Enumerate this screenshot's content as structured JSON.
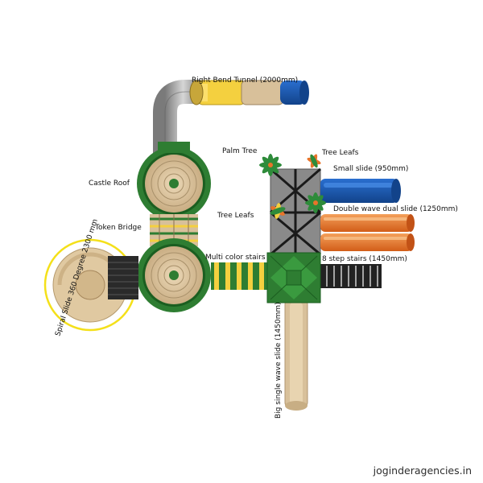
{
  "labels": {
    "right_bend_tunnel": "Right Bend Tunnel (2000mm)",
    "palm_tree": "Palm Tree",
    "tree_leafs_top": "Tree Leafs",
    "small_slide": "Small slide (950mm)",
    "castle_roof": "Castle Roof",
    "tree_leafs_left": "Tree Leafs",
    "double_wave_slide": "Double wave dual slide (1250mm)",
    "token_bridge": "Token Bridge",
    "multi_color_stairs": "Multi color stairs",
    "step_stairs": "8 step stairs (1450mm)",
    "spiral_slide": "Spiral Slide 360 Degree 2300 mm",
    "big_wave_slide": "Big single wave slide (1450mm)"
  },
  "watermark": "joginderagencies.in",
  "colors": {
    "green": "#2e7d32",
    "dark_green": "#1b5e20",
    "beige": "#d8c09a",
    "yellow": "#f4d03f",
    "blue": "#1e5aa8",
    "orange": "#e8742a",
    "grey": "#9e9e9e",
    "black": "#222222"
  }
}
